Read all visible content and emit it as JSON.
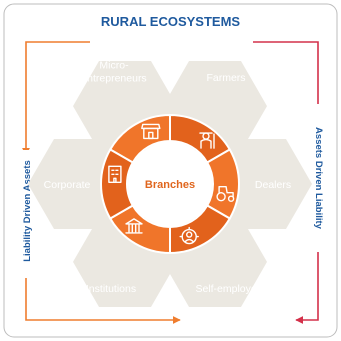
{
  "title": "RURAL ECOSYSTEMS",
  "center": "Branches",
  "left_label": "Liability Driven Assets",
  "right_label": "Assets Driven Liability",
  "segments": [
    {
      "label_lines": [
        "Micro-",
        "entrepreneurs"
      ],
      "icon": "shop-icon"
    },
    {
      "label_lines": [
        "Farmers"
      ],
      "icon": "farmer-icon"
    },
    {
      "label_lines": [
        "Dealers"
      ],
      "icon": "tractor-icon"
    },
    {
      "label_lines": [
        "Self-employed"
      ],
      "icon": "self-employed-icon"
    },
    {
      "label_lines": [
        "Institutions"
      ],
      "icon": "institution-icon"
    },
    {
      "label_lines": [
        "Corporate"
      ],
      "icon": "corporate-icon"
    }
  ],
  "colors": {
    "title": "#1f5a9e",
    "side_label": "#1f5a9e",
    "hex_fill": "#ebe8e1",
    "ring_orange": "#f0752a",
    "ring_dark": "#e2621c",
    "center_text": "#e0661e",
    "left_arrow": "#ef7d2e",
    "right_arrow": "#d4304a",
    "frame": "#bdbdbd",
    "label_text": "#ffffff"
  }
}
